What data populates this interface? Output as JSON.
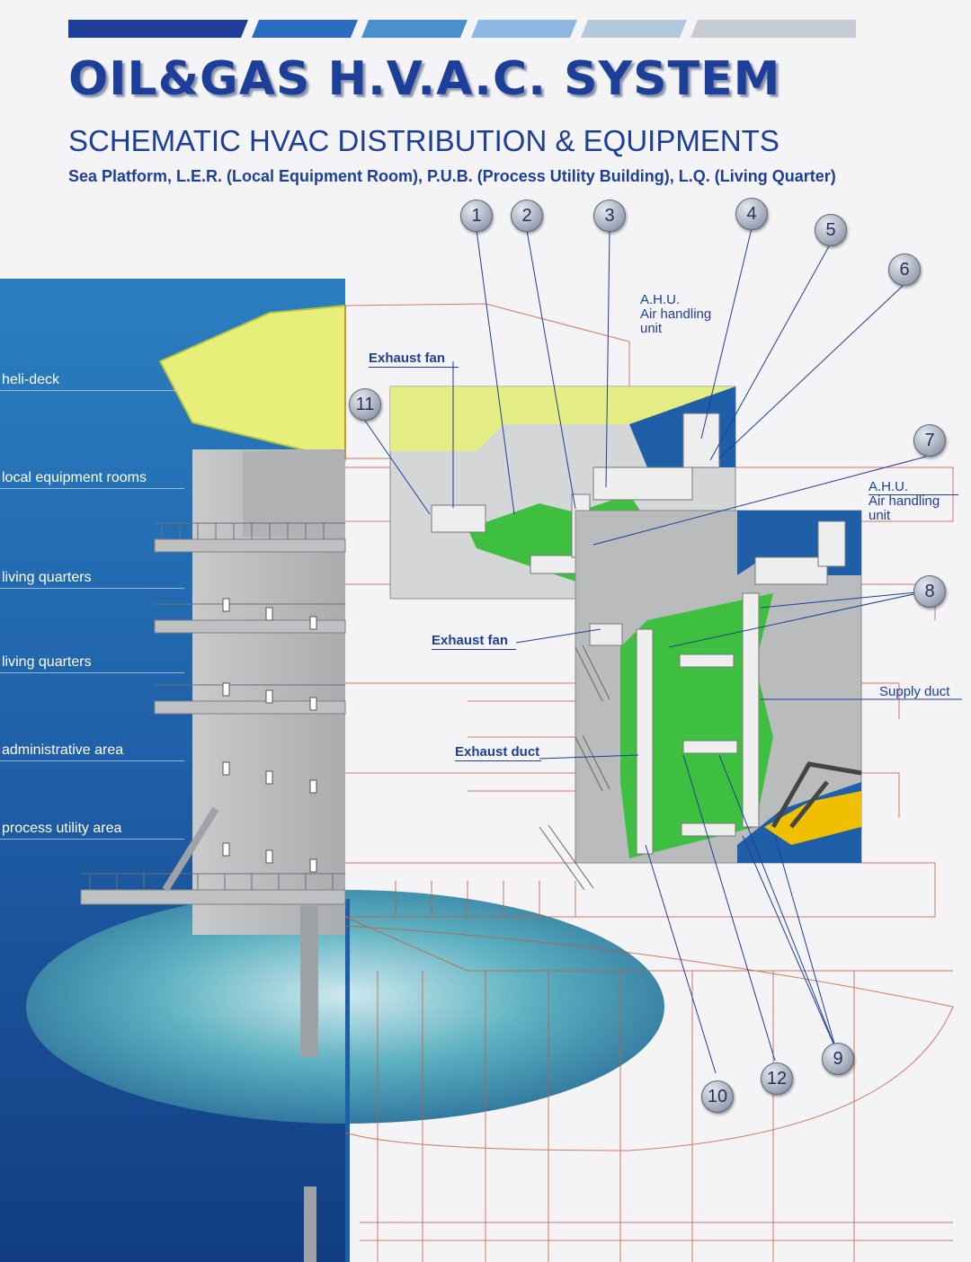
{
  "header": {
    "title": "OIL&GAS H.V.A.C. SYSTEM",
    "subtitle": "SCHEMATIC HVAC DISTRIBUTION & EQUIPMENTS",
    "caption": "Sea Platform, L.E.R. (Local Equipment Room), P.U.B. (Process Utility Building), L.Q. (Living Quarter)"
  },
  "area_labels": [
    "heli-deck",
    "local equipment rooms",
    "living quarters",
    "living quarters",
    "administrative area",
    "process utility area"
  ],
  "callouts": {
    "exhaust_fan_top": "Exhaust fan",
    "exhaust_fan_mid": "Exhaust fan",
    "exhaust_duct": "Exhaust duct",
    "supply_duct": "Supply duct",
    "ahu_top": {
      "abbr": "A.H.U.",
      "line1": "Air handling",
      "line2": "unit"
    },
    "ahu_right": {
      "abbr": "A.H.U.",
      "line1": "Air handling",
      "line2": "unit"
    }
  },
  "markers": [
    "1",
    "2",
    "3",
    "4",
    "5",
    "6",
    "7",
    "8",
    "9",
    "10",
    "11",
    "12"
  ],
  "colors": {
    "title_blue": "#1d3f9a",
    "sea_blue": "#1f5fa8",
    "deck_yellow": "#e6ef7a",
    "duct_green": "#3fbf3f",
    "structure_red": "#c85a3c",
    "stripes": [
      "#1d3f9a",
      "#2b6cc0",
      "#4a90d0",
      "#8fb8e0",
      "#c7ccd4"
    ]
  }
}
